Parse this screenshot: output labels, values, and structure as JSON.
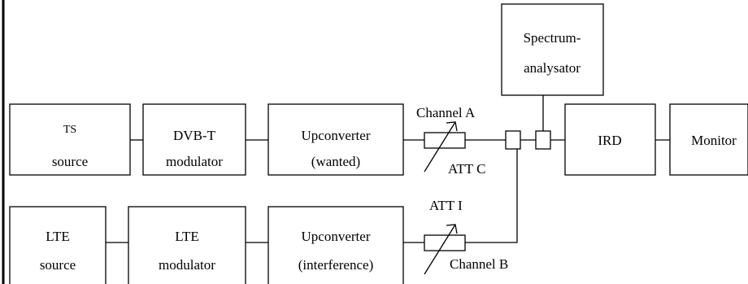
{
  "blocks": {
    "ts_source": {
      "line1": "TS",
      "line2": "source"
    },
    "dvbt_modulator": {
      "line1": "DVB-T",
      "line2": "modulator"
    },
    "upconverter_wanted": {
      "line1": "Upconverter",
      "line2": "(wanted)"
    },
    "lte_source": {
      "line1": "LTE",
      "line2": "source"
    },
    "lte_modulator": {
      "line1": "LTE",
      "line2": "modulator"
    },
    "upconverter_interference": {
      "line1": "Upconverter",
      "line2": "(interference)"
    },
    "spectrum_analysator": {
      "line1": "Spectrum-",
      "line2": "analysator"
    },
    "ird": {
      "label": "IRD"
    },
    "monitor": {
      "label": "Monitor"
    }
  },
  "annotations": {
    "channel_a": "Channel A",
    "channel_b": "Channel B",
    "att_c": "ATT C",
    "att_i": "ATT I"
  }
}
